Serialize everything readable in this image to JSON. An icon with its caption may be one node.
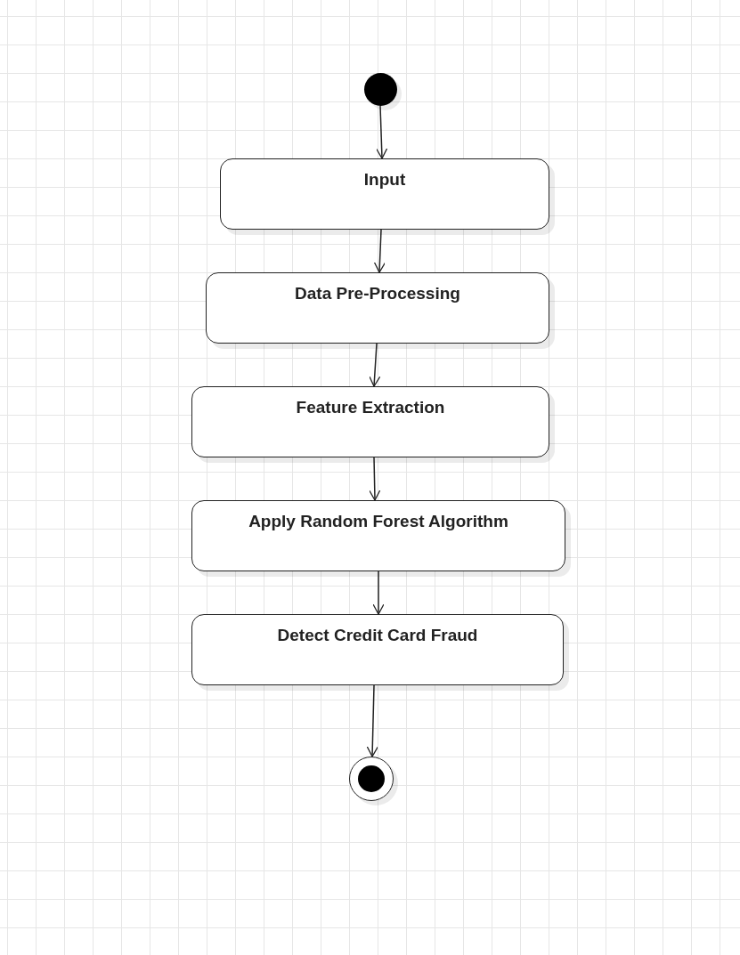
{
  "diagram": {
    "nodes": [
      {
        "text": [],
        "shape": "circle"
      },
      {
        "text": [
          "Input"
        ]
      },
      {
        "text": [
          "Data Pre-Processing"
        ]
      },
      {
        "text": [
          "Feature Extraction"
        ]
      },
      {
        "text": [
          "Apply Random Forest Algorithm"
        ]
      },
      {
        "text": [
          "Detect Credit Card Fraud"
        ]
      },
      {
        "text": [],
        "shape": "circle"
      }
    ],
    "edges": [
      {
        "from": 0,
        "to": 1,
        "arrow": "to"
      },
      {
        "from": 1,
        "to": 2,
        "arrow": "to"
      },
      {
        "from": 2,
        "to": 3,
        "arrow": "to"
      },
      {
        "from": 3,
        "to": 4,
        "arrow": "to"
      },
      {
        "from": 4,
        "to": 5,
        "arrow": "to"
      },
      {
        "from": 5,
        "to": 6,
        "arrow": "to"
      }
    ]
  }
}
